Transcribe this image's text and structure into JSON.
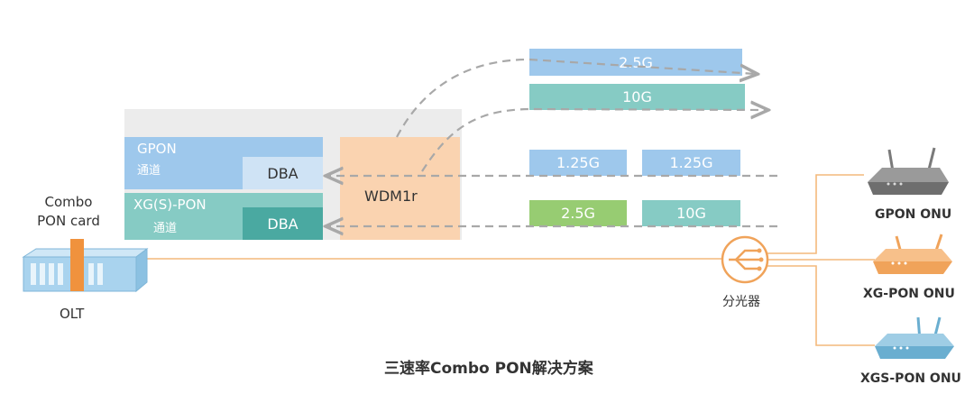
{
  "labels": {
    "combo_line1": "Combo",
    "combo_line2": "PON card",
    "olt": "OLT",
    "gpon_line1": "GPON",
    "gpon_line2": "通道",
    "xgs_line1": "XG(S)-PON",
    "xgs_line2": "通道",
    "dba1": "DBA",
    "dba2": "DBA",
    "wdm": "WDM1r",
    "splitter": "分光器",
    "caption": "三速率Combo PON解决方案"
  },
  "streams": {
    "down_top": "2.5G",
    "down_bottom": "10G",
    "gpon_up_1": "1.25G",
    "gpon_up_2": "1.25G",
    "xgs_up_1": "2.5G",
    "xgs_up_2": "10G"
  },
  "onus": [
    {
      "label": "GPON ONU",
      "icon": "router-gray",
      "color": "#7a7a7a"
    },
    {
      "label": "XG-PON ONU",
      "icon": "router-orange",
      "color": "#f0a35a"
    },
    {
      "label": "XGS-PON ONU",
      "icon": "router-blue",
      "color": "#6aaed0"
    }
  ],
  "colors": {
    "gpon_blue": "#9ec8ec",
    "dba_light": "#cfe3f5",
    "xgs_teal": "#86cbc4",
    "dba_dark": "#4aa9a1",
    "wdm_orange": "#fad3b0",
    "up_green": "#97cc72",
    "fiber": "#f4b97c",
    "dashed": "#a8a8a8"
  }
}
